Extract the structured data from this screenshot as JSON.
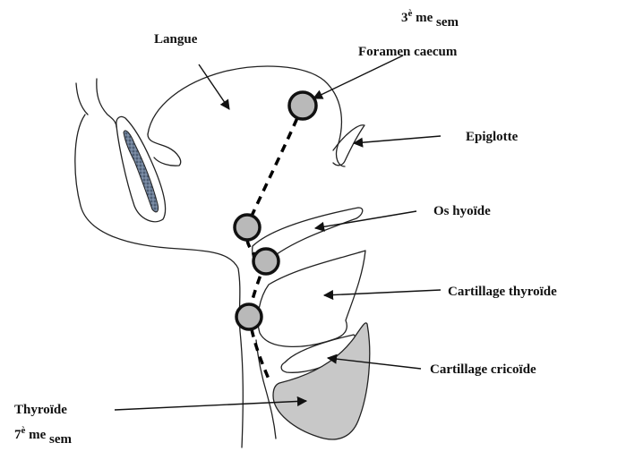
{
  "labels": {
    "langue": "Langue",
    "week3_num": "3",
    "week3_sup": "è",
    "week3_me": " me ",
    "week3_sem": "sem",
    "foramen": "Foramen caecum",
    "epiglotte": "Epiglotte",
    "os_hyoide": "Os hyoïde",
    "cart_thyroide": "Cartillage thyroïde",
    "cart_cricoide": "Cartillage cricoïde",
    "thyroide": "Thyroïde",
    "week7_num": "7",
    "week7_sup": "è",
    "week7_me": " me ",
    "week7_sem": "sem"
  },
  "colors": {
    "outline": "#222222",
    "gland_fill": "#c8c8c8",
    "node_fill": "#b9b9b9",
    "cavity_fill": "#5a6a80"
  }
}
